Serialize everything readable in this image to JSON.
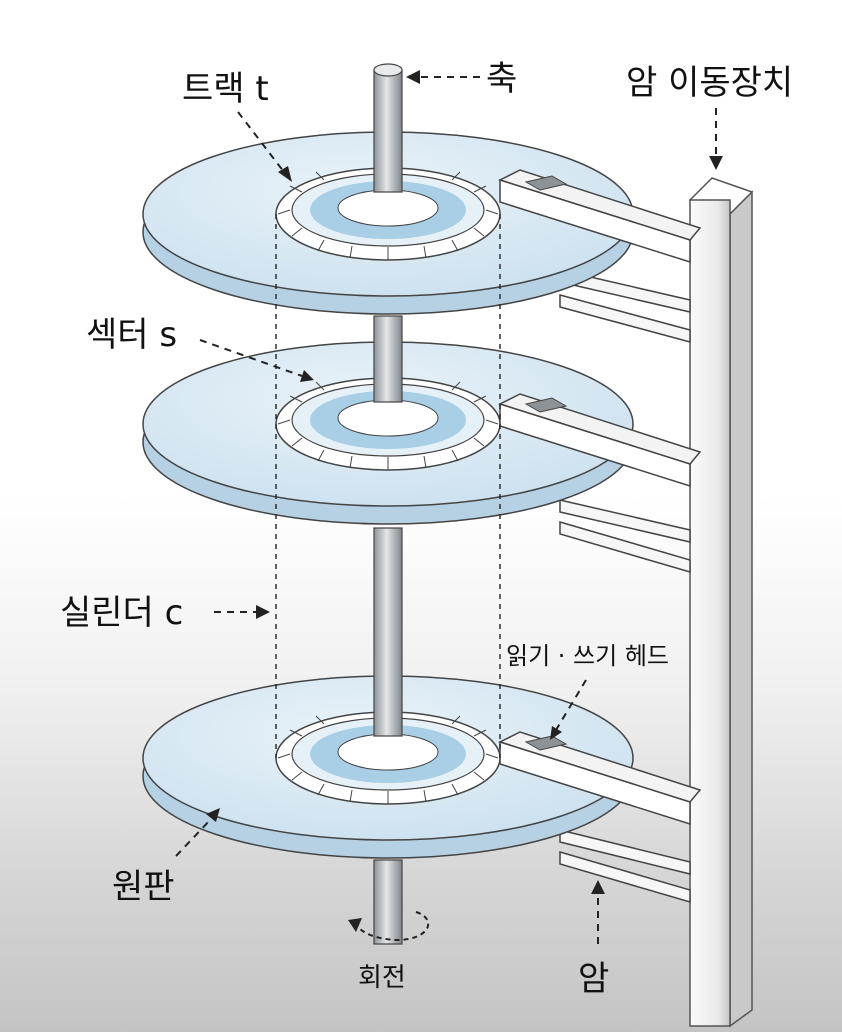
{
  "labels": {
    "track": "트랙 t",
    "spindle": "축",
    "actuator": "암 이동장치",
    "sector": "섹터 s",
    "cylinder": "실린더 c",
    "rw_head": "읽기 · 쓰기 헤드",
    "platter": "원판",
    "arm": "암",
    "rotation": "회전"
  },
  "colors": {
    "platter_top": "#d6e8f3",
    "platter_edge": "#b7d2e3",
    "track_band": "#a9cfe6",
    "actuator": "#f2f2f2",
    "spindle": "#c9ccd0",
    "text": "#111111"
  },
  "icons": [
    "dashed-arrow",
    "rotation-arrow"
  ]
}
